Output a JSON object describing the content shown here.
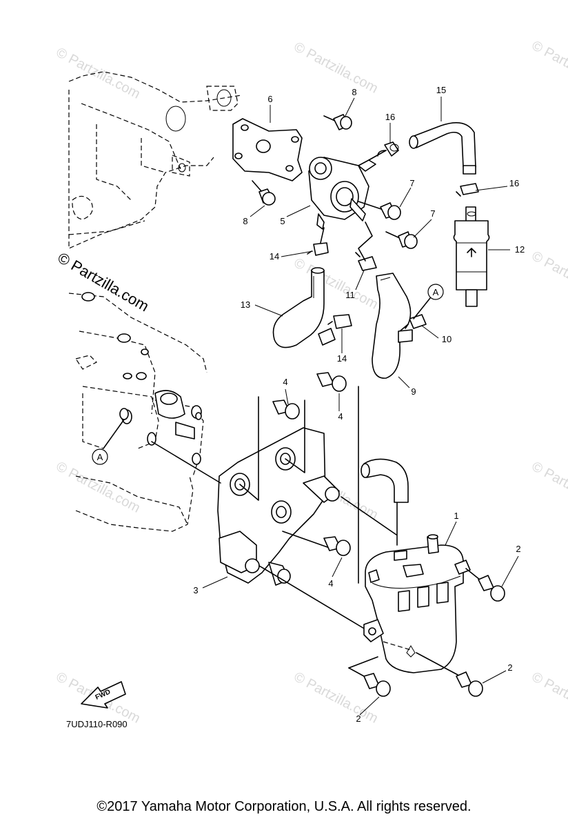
{
  "watermark": {
    "text": "© Partzilla.com",
    "large_text": "© Partzilla.com"
  },
  "diagram_code": "7UDJ110-R090",
  "fwd_label": "FWD",
  "reference_marker": "A",
  "callouts": {
    "c1": "1",
    "c2a": "2",
    "c2b": "2",
    "c2c": "2",
    "c3": "3",
    "c4a": "4",
    "c4b": "4",
    "c4c": "4",
    "c5": "5",
    "c6": "6",
    "c7a": "7",
    "c7b": "7",
    "c8a": "8",
    "c8b": "8",
    "c9": "9",
    "c10": "10",
    "c11": "11",
    "c12": "12",
    "c13": "13",
    "c14a": "14",
    "c14b": "14",
    "c15": "15",
    "c16a": "16",
    "c16b": "16"
  },
  "copyright": "©2017  Yamaha Motor Corporation, U.S.A. All rights reserved."
}
